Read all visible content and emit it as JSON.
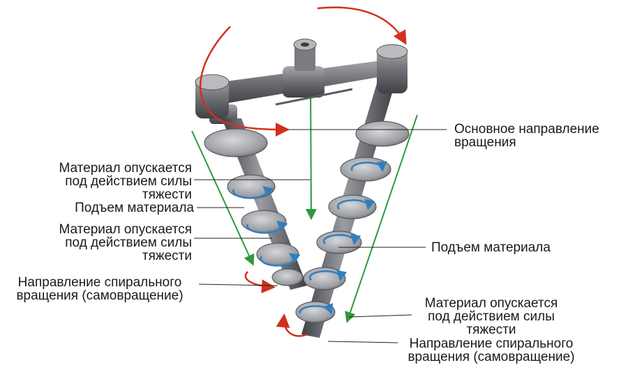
{
  "labels": {
    "main_rotation": [
      "Основное направление",
      "вращения"
    ],
    "left_material_falls_1": [
      "Материал опускается",
      "под действием силы",
      "тяжести"
    ],
    "left_material_rise": [
      "Подъем материала"
    ],
    "left_material_falls_2": [
      "Материал опускается",
      "под действием силы",
      "тяжести"
    ],
    "left_spiral_rotation": [
      "Направление спирального",
      "вращения (самовращение)"
    ],
    "right_material_rise": [
      "Подъем материала"
    ],
    "right_material_falls": [
      "Материал опускается",
      "под действием силы",
      "тяжести"
    ],
    "right_spiral_rotation": [
      "Направление спирального",
      "вращения (самовращение)"
    ]
  },
  "colors": {
    "metal_dark": "#4b4d52",
    "metal_mid": "#8a8c91",
    "metal_light": "#c9cacd",
    "red_arrow": "#d1301e",
    "green_arrow": "#2e9a3c",
    "blue_arrow": "#2f7fc0"
  }
}
